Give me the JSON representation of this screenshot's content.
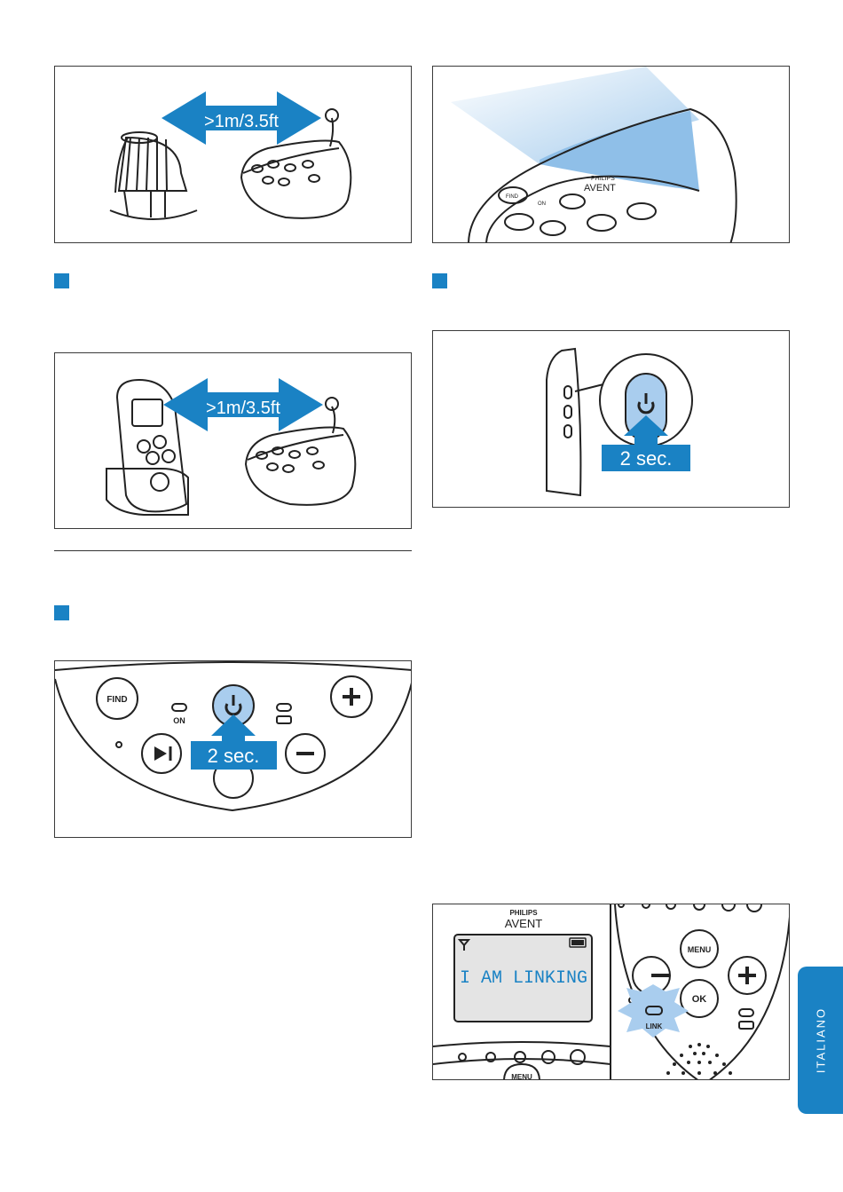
{
  "panels": {
    "distance_text": ">1m/3.5ft",
    "hold_time": "2 sec.",
    "brand_top": "PHILIPS",
    "brand_main": "AVENT",
    "display_text": "I AM LINKING"
  },
  "buttons": {
    "find": "FIND",
    "on": "ON",
    "menu": "MENU",
    "ok": "OK",
    "link": "LINK"
  },
  "side_tab": {
    "label": "ITALIANO"
  },
  "colors": {
    "accent": "#1a82c4",
    "light_blue": "#a9cdee"
  }
}
